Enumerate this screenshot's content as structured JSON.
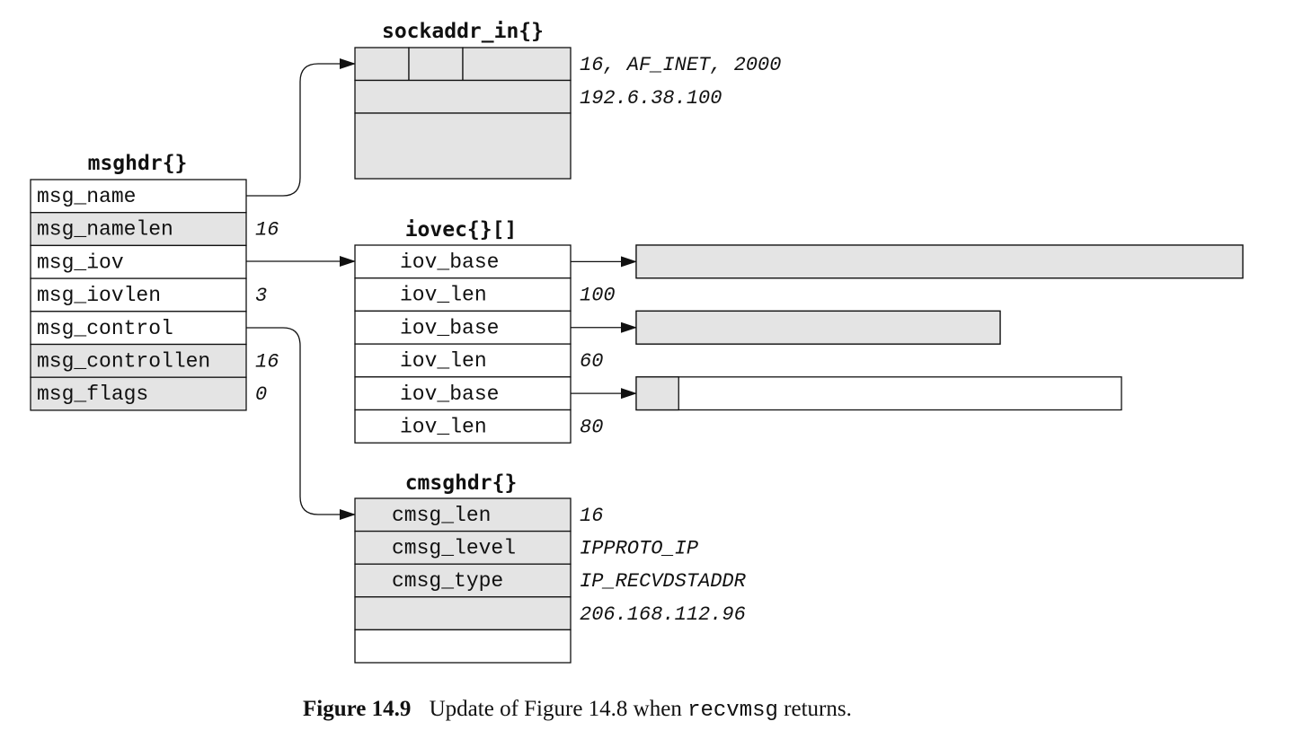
{
  "msghdr": {
    "title": "msghdr{}",
    "fields": [
      {
        "name": "msg_name",
        "value": "",
        "shaded": false
      },
      {
        "name": "msg_namelen",
        "value": "16",
        "shaded": true
      },
      {
        "name": "msg_iov",
        "value": "",
        "shaded": false
      },
      {
        "name": "msg_iovlen",
        "value": "3",
        "shaded": false
      },
      {
        "name": "msg_control",
        "value": "",
        "shaded": false
      },
      {
        "name": "msg_controllen",
        "value": "16",
        "shaded": true
      },
      {
        "name": "msg_flags",
        "value": "0",
        "shaded": true
      }
    ]
  },
  "sockaddr_in": {
    "title": "sockaddr_in{}",
    "values": [
      "16, AF_INET, 2000",
      "192.6.38.100"
    ]
  },
  "iovec": {
    "title": "iovec{}[]",
    "fields": [
      {
        "name": "iov_base",
        "value": ""
      },
      {
        "name": "iov_len",
        "value": "100"
      },
      {
        "name": "iov_base",
        "value": ""
      },
      {
        "name": "iov_len",
        "value": "60"
      },
      {
        "name": "iov_base",
        "value": ""
      },
      {
        "name": "iov_len",
        "value": "80"
      }
    ],
    "buffers": [
      {
        "length": 100,
        "filled": 100
      },
      {
        "length": 60,
        "filled": 60
      },
      {
        "length": 80,
        "filled": 7
      }
    ]
  },
  "cmsghdr": {
    "title": "cmsghdr{}",
    "fields": [
      {
        "name": "cmsg_len",
        "value": "16",
        "shaded": true
      },
      {
        "name": "cmsg_level",
        "value": "IPPROTO_IP",
        "shaded": true
      },
      {
        "name": "cmsg_type",
        "value": "IP_RECVDSTADDR",
        "shaded": true
      },
      {
        "name": "",
        "value": "206.168.112.96",
        "shaded": true
      },
      {
        "name": "",
        "value": "",
        "shaded": false
      }
    ]
  },
  "caption": {
    "figure": "Figure 14.9",
    "text_before": "Update of Figure 14.8 when",
    "code": "recvmsg",
    "text_after": "returns."
  },
  "colors": {
    "shaded": "#e4e4e4",
    "stroke": "#111111",
    "background": "#ffffff"
  }
}
